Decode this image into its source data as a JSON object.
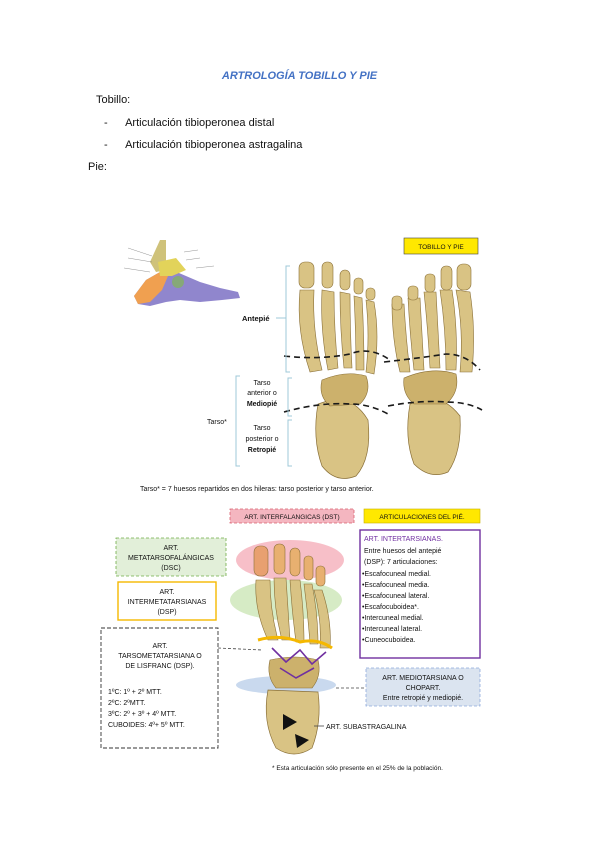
{
  "document": {
    "title": "ARTROLOGÍA TOBILLO Y PIE",
    "tobillo_heading": "Tobillo:",
    "tobillo_items": [
      "Articulación tibioperonea distal",
      "Articulación tibioperonea astragalina"
    ],
    "pie_heading": "Pie:"
  },
  "figure1": {
    "header_label": "TOBILLO Y PIE",
    "antepie": "Antepié",
    "tarso_anterior_1": "Tarso",
    "tarso_anterior_2": "anterior o",
    "tarso_anterior_3": "Mediopié",
    "tarso_posterior_1": "Tarso",
    "tarso_posterior_2": "posterior o",
    "tarso_posterior_3": "Retropié",
    "tarso_star": "Tarso*",
    "caption": "Tarso* = 7 huesos repartidos en dos hileras: tarso posterior y tarso anterior.",
    "colors": {
      "bone": "#d9c384",
      "bone_shade": "#b59a57",
      "header_fill": "#ffe800",
      "bracket": "#9fc9d8",
      "dashed": "#1a1a1a"
    }
  },
  "figure2": {
    "art_interfalangicas": "ART. INTERFALANGICAS (DST)",
    "articulaciones_pie": "ARTICULACIONES DEL PIÉ.",
    "metatarsofalangicas_1": "ART.",
    "metatarsofalangicas_2": "METATARSOFALÁNGICAS",
    "metatarsofalangicas_3": "(DSC)",
    "intermetatarsianas_1": "ART.",
    "intermetatarsianas_2": "INTERMETATARSIANAS",
    "intermetatarsianas_3": "(DSP)",
    "tarsometatarsiana_1": "ART.",
    "tarsometatarsiana_2": "TARSOMETATARSIANA O",
    "tarsometatarsiana_3": "DE LISFRANC (DSP).",
    "tarsometatarsiana_lines": [
      "1ºC: 1º + 2º MTT.",
      "2ºC: 2ºMTT.",
      "3ºC: 2º + 3º + 4º MTT.",
      "CUBOIDES: 4º+ 5º MTT."
    ],
    "intertarsianas_title": "ART. INTERTARSIANAS.",
    "intertarsianas_lines": [
      "Entre huesos del antepié",
      "(DSP): 7 articulaciones:",
      "•Escafocuneal medial.",
      "•Escafocuneal media.",
      "•Escafocuneal lateral.",
      "•Escafocuboidea*.",
      "•Intercuneal medial.",
      "•Intercuneal lateral.",
      "•Cuneocuboidea."
    ],
    "mediotarsiana_1": "ART. MEDIOTARSIANA O",
    "mediotarsiana_2": "CHOPART.",
    "mediotarsiana_3": "Entre retropié y mediopié.",
    "subastragalina": "ART. SUBASTRAGALINA",
    "footnote": "* Esta articulación sólo presente en el 25% de la población.",
    "colors": {
      "pink_fill": "#f4b6c0",
      "pink_border": "#d9606f",
      "yellow_fill": "#ffe800",
      "green_fill": "#e2efd9",
      "green_border": "#70ad47",
      "orange_border": "#f5b800",
      "purple_border": "#7030a0",
      "blue_fill": "#dbe4f0",
      "blue_border": "#8faadc",
      "ellipse_pink": "#f4a9b5",
      "ellipse_green": "#cce6b6",
      "ellipse_blue": "#bcd0ea"
    }
  }
}
